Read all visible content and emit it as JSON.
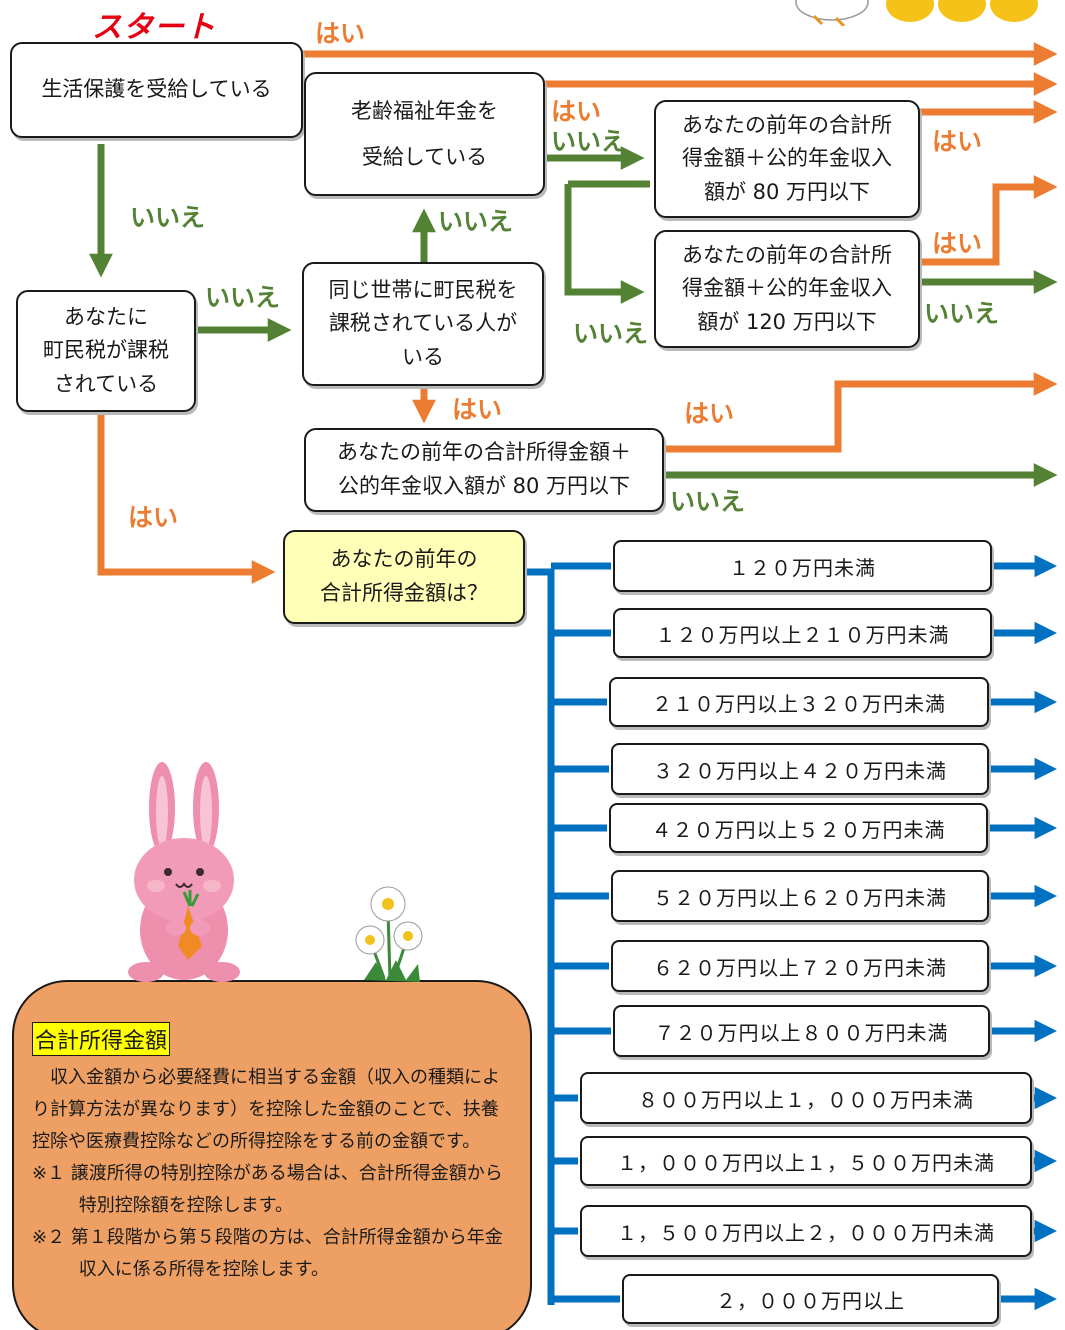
{
  "start_label": "スタート",
  "yes": "はい",
  "no": "いいえ",
  "nodes": {
    "welfare": "生活保護を受給している",
    "tax": "あなたに\n町民税が課税\nされている",
    "household": "同じ世帯に町民税を\n課税されている人が\nいる",
    "pension": "老齢福祉年金を\n受給している",
    "le80a": "あなたの前年の合計所\n得金額＋公的年金収入\n額が 80 万円以下",
    "le120": "あなたの前年の合計所\n得金額＋公的年金収入\n額が 120 万円以下",
    "le80b": "あなたの前年の合計所得金額＋\n公的年金収入額が 80 万円以下",
    "income": "あなたの前年の\n合計所得金額は？"
  },
  "ranges": [
    "１２０万円未満",
    "１２０万円以上２１０万円未満",
    "２１０万円以上３２０万円未満",
    "３２０万円以上４２０万円未満",
    "４２０万円以上５２０万円未満",
    "５２０万円以上６２０万円未満",
    "６２０万円以上７２０万円未満",
    "７２０万円以上８００万円未満",
    "８００万円以上１，０００万円未満",
    "１，０００万円以上１，５００万円未満",
    "１，５００万円以上２，０００万円未満",
    "２，０００万円以上"
  ],
  "note": {
    "title": "合計所得金額",
    "body": "収入金額から必要経費に相当する金額（収入の種類により計算方法が異なります）を控除した金額のことで、扶養控除や医療費控除などの所得控除をする前の金額です。",
    "note1": "※１ 譲渡所得の特別控除がある場合は、合計所得金額から特別控除額を控除します。",
    "note2": "※２ 第１段階から第５段階の方は、合計所得金額から年金収入に係る所得を控除します。"
  },
  "colors": {
    "yes": "#ec7c31",
    "no": "#548235",
    "blue": "#0070c0",
    "start": "#e60012",
    "note_bg": "#eea064"
  },
  "decorations": [
    "rabbit-with-carrot",
    "daisy-flowers",
    "bird-and-chicks"
  ]
}
